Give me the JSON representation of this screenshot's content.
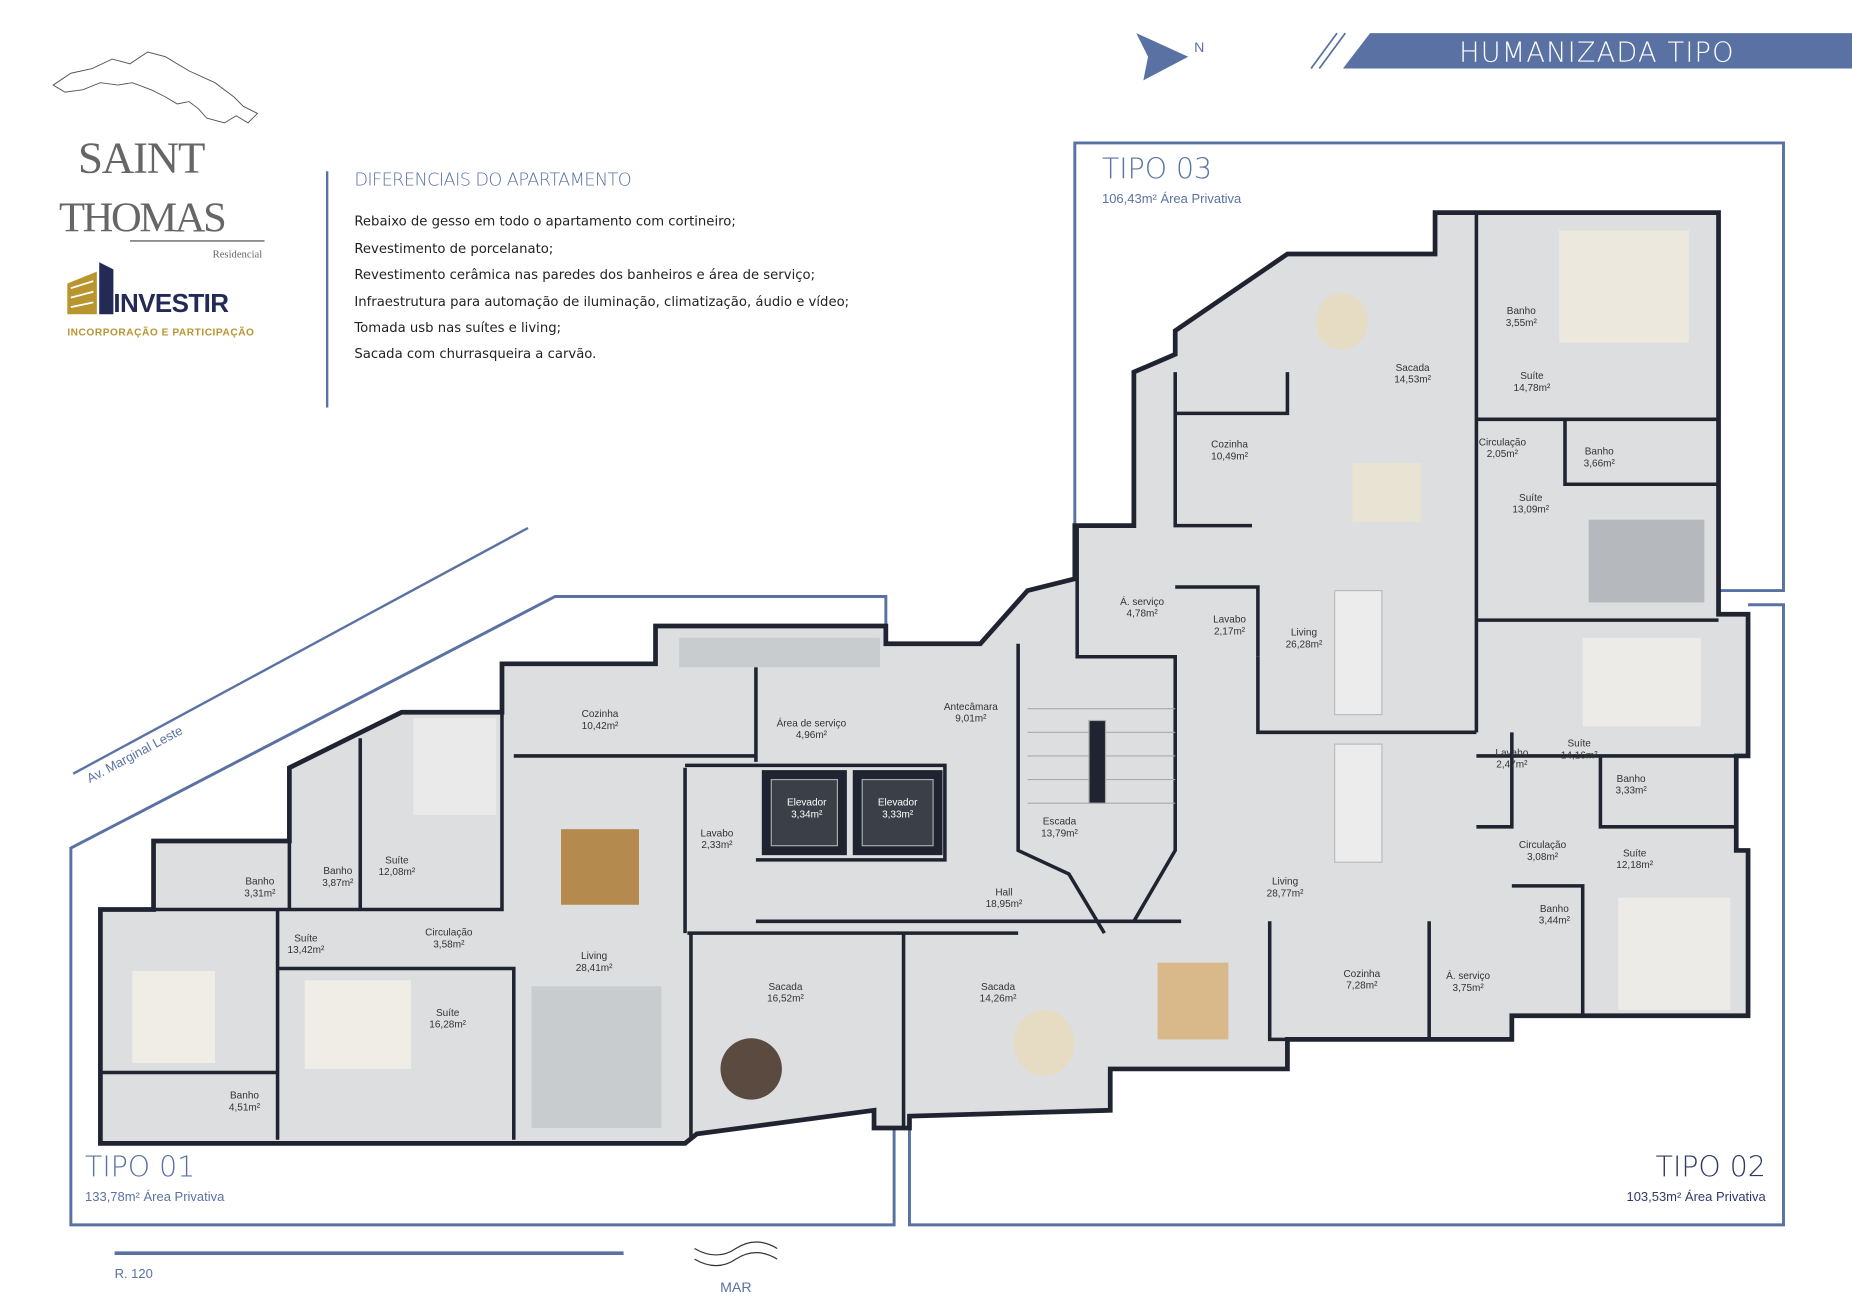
{
  "header": {
    "banner_title": "HUMANIZADA TIPO",
    "north_label": "N"
  },
  "brand": {
    "project_logo": {
      "line1": "SAINT",
      "line2": "THOMAS",
      "line3": "Residencial"
    },
    "developer_logo": {
      "name": "INVESTIR",
      "tagline": "INCORPORAÇÃO E PARTICIPAÇÃO",
      "colors": {
        "gold": "#b8952e",
        "navy": "#232a55"
      }
    }
  },
  "features": {
    "title": "DIFERENCIAIS DO APARTAMENTO",
    "items": [
      "Rebaixo de gesso em todo o apartamento com cortineiro;",
      "Revestimento de porcelanato;",
      "Revestimento cerâmica nas paredes dos banheiros e área de serviço;",
      "Infraestrutura para automação de iluminação, climatização, áudio e vídeo;",
      "Tomada usb nas suítes e living;",
      "Sacada com churrasqueira a carvão."
    ]
  },
  "street_label": "Av. Marginal Leste",
  "units": [
    {
      "title": "TIPO 03",
      "area": "106,43m² Área Privativa",
      "rooms": [
        {
          "name": "Sacada",
          "area": "14,53m²"
        },
        {
          "name": "Banho",
          "area": "3,55m²"
        },
        {
          "name": "Suíte",
          "area": "14,78m²"
        },
        {
          "name": "Cozinha",
          "area": "10,49m²"
        },
        {
          "name": "Circulação",
          "area": "2,05m²"
        },
        {
          "name": "Banho",
          "area": "3,66m²"
        },
        {
          "name": "Suíte",
          "area": "13,09m²"
        },
        {
          "name": "Á. serviço",
          "area": "4,78m²"
        },
        {
          "name": "Lavabo",
          "area": "2,17m²"
        },
        {
          "name": "Living",
          "area": "26,28m²"
        }
      ]
    },
    {
      "title": "TIPO 01",
      "area": "133,78m² Área Privativa",
      "rooms": [
        {
          "name": "Cozinha",
          "area": "10,42m²"
        },
        {
          "name": "Área de serviço",
          "area": "4,96m²"
        },
        {
          "name": "Lavabo",
          "area": "2,33m²"
        },
        {
          "name": "Suíte",
          "area": "12,08m²"
        },
        {
          "name": "Banho",
          "area": "3,87m²"
        },
        {
          "name": "Banho",
          "area": "3,31m²"
        },
        {
          "name": "Suíte",
          "area": "13,42m²"
        },
        {
          "name": "Circulação",
          "area": "3,58m²"
        },
        {
          "name": "Living",
          "area": "28,41m²"
        },
        {
          "name": "Sacada",
          "area": "16,52m²"
        },
        {
          "name": "Suíte",
          "area": "16,28m²"
        },
        {
          "name": "Banho",
          "area": "4,51m²"
        }
      ]
    },
    {
      "title": "TIPO 02",
      "area": "103,53m² Área Privativa",
      "rooms": [
        {
          "name": "Sacada",
          "area": "14,26m²"
        },
        {
          "name": "Lavabo",
          "area": "2,47m²"
        },
        {
          "name": "Suíte",
          "area": "14,16m²"
        },
        {
          "name": "Banho",
          "area": "3,33m²"
        },
        {
          "name": "Circulação",
          "area": "3,08m²"
        },
        {
          "name": "Suíte",
          "area": "12,18m²"
        },
        {
          "name": "Living",
          "area": "28,77m²"
        },
        {
          "name": "Banho",
          "area": "3,44m²"
        },
        {
          "name": "Cozinha",
          "area": "7,28m²"
        },
        {
          "name": "Á. serviço",
          "area": "3,75m²"
        }
      ]
    }
  ],
  "common_areas": [
    {
      "name": "Antecâmara",
      "area": "9,01m²"
    },
    {
      "name": "Elevador",
      "area": "3,34m²"
    },
    {
      "name": "Elevador",
      "area": "3,33m²"
    },
    {
      "name": "Escada",
      "area": "13,79m²"
    },
    {
      "name": "Hall",
      "area": "18,95m²"
    }
  ],
  "footer": {
    "page_ref": "R. 120",
    "sea_label": "MAR"
  },
  "colors": {
    "accent": "#5a72a3",
    "wall": "#1f2430",
    "floor": "#dcdee0"
  }
}
